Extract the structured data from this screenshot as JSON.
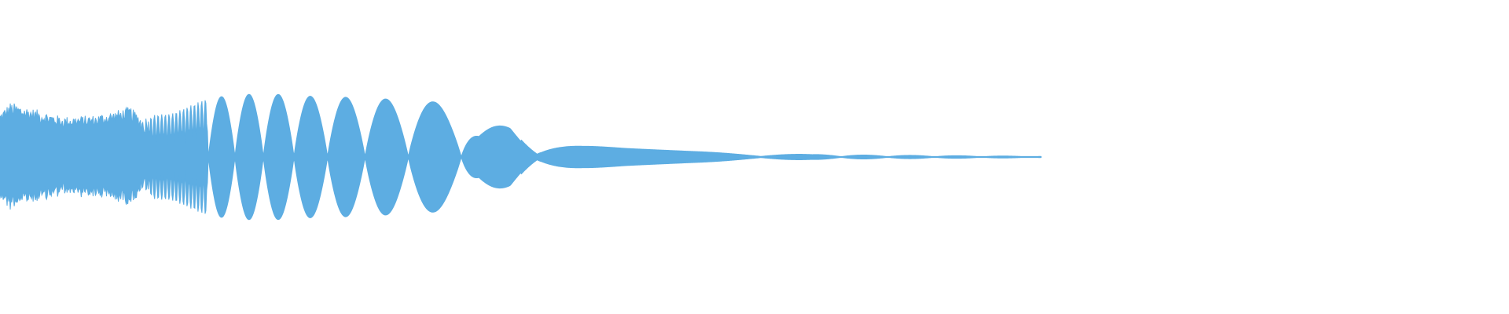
{
  "waveform": {
    "color": "#5dade2",
    "background": "#ffffff",
    "sample_count": 1320,
    "peak_amplitude": 0.88,
    "envelope": [
      {
        "t": 0.0,
        "amp": 0.62,
        "freq": "very-high",
        "pattern": "dense-noise"
      },
      {
        "t": 0.01,
        "amp": 0.76,
        "freq": "very-high",
        "pattern": "dense-noise"
      },
      {
        "t": 0.03,
        "amp": 0.68,
        "freq": "very-high",
        "pattern": "dense-noise"
      },
      {
        "t": 0.06,
        "amp": 0.56,
        "freq": "very-high",
        "pattern": "dense-noise"
      },
      {
        "t": 0.09,
        "amp": 0.58,
        "freq": "very-high",
        "pattern": "dense-noise"
      },
      {
        "t": 0.11,
        "amp": 0.64,
        "freq": "very-high",
        "pattern": "dense-noise"
      },
      {
        "t": 0.125,
        "amp": 0.7,
        "freq": "very-high",
        "pattern": "dense-noise"
      },
      {
        "t": 0.135,
        "amp": 0.56,
        "freq": "very-high",
        "pattern": "gap"
      },
      {
        "t": 0.145,
        "amp": 0.58,
        "freq": "high",
        "pattern": "thin-lines"
      },
      {
        "t": 0.165,
        "amp": 0.6,
        "freq": "high",
        "pattern": "thin-lines"
      },
      {
        "t": 0.2,
        "amp": 0.82,
        "freq": "medium",
        "pattern": "lobes"
      },
      {
        "t": 0.25,
        "amp": 0.88,
        "freq": "medium",
        "pattern": "lobes"
      },
      {
        "t": 0.3,
        "amp": 0.84,
        "freq": "medium",
        "pattern": "lobes"
      },
      {
        "t": 0.35,
        "amp": 0.82,
        "freq": "medium",
        "pattern": "lobes"
      },
      {
        "t": 0.4,
        "amp": 0.78,
        "freq": "medium",
        "pattern": "lobes"
      },
      {
        "t": 0.44,
        "amp": 0.74,
        "freq": "medium",
        "pattern": "lobes"
      },
      {
        "t": 0.46,
        "amp": 0.36,
        "freq": "medium",
        "pattern": "lobes"
      },
      {
        "t": 0.49,
        "amp": 0.48,
        "freq": "medium",
        "pattern": "lobes"
      },
      {
        "t": 0.52,
        "amp": 0.22,
        "freq": "low",
        "pattern": "lobes"
      },
      {
        "t": 0.56,
        "amp": 0.16,
        "freq": "low",
        "pattern": "lobes"
      },
      {
        "t": 0.6,
        "amp": 0.12,
        "freq": "low",
        "pattern": "lobes"
      },
      {
        "t": 0.66,
        "amp": 0.08,
        "freq": "low",
        "pattern": "lobes"
      },
      {
        "t": 0.72,
        "amp": 0.05,
        "freq": "low",
        "pattern": "lobes"
      },
      {
        "t": 0.8,
        "amp": 0.03,
        "freq": "low",
        "pattern": "lobes"
      },
      {
        "t": 0.9,
        "amp": 0.02,
        "freq": "low",
        "pattern": "lobes"
      },
      {
        "t": 1.0,
        "amp": 0.01,
        "freq": "low",
        "pattern": "tail"
      }
    ],
    "visible_extent_fraction": 0.69
  }
}
